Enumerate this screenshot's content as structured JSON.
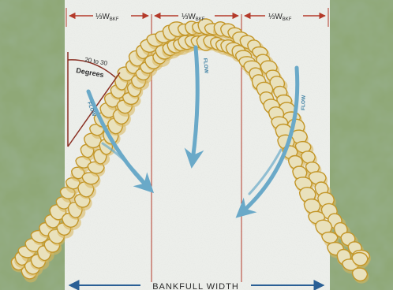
{
  "figure": {
    "third_width_label": "⅓W",
    "third_width_subscript": "BKF",
    "angle_label": "20 to 30",
    "angle_unit": "Degrees",
    "flow_label": "FLOW",
    "bankfull_label": "BANKFULL WIDTH"
  },
  "colors": {
    "vegetation_dark": "#3f5f2e",
    "vegetation_light": "#a8bd8e",
    "water": "#eceeea",
    "rock_fill": "#e9e1bc",
    "rock_outline": "#c39628",
    "flow_arrow": "#6aa9c8",
    "dimension_line": "#b43a2a",
    "width_arrow": "#2a5f95"
  }
}
